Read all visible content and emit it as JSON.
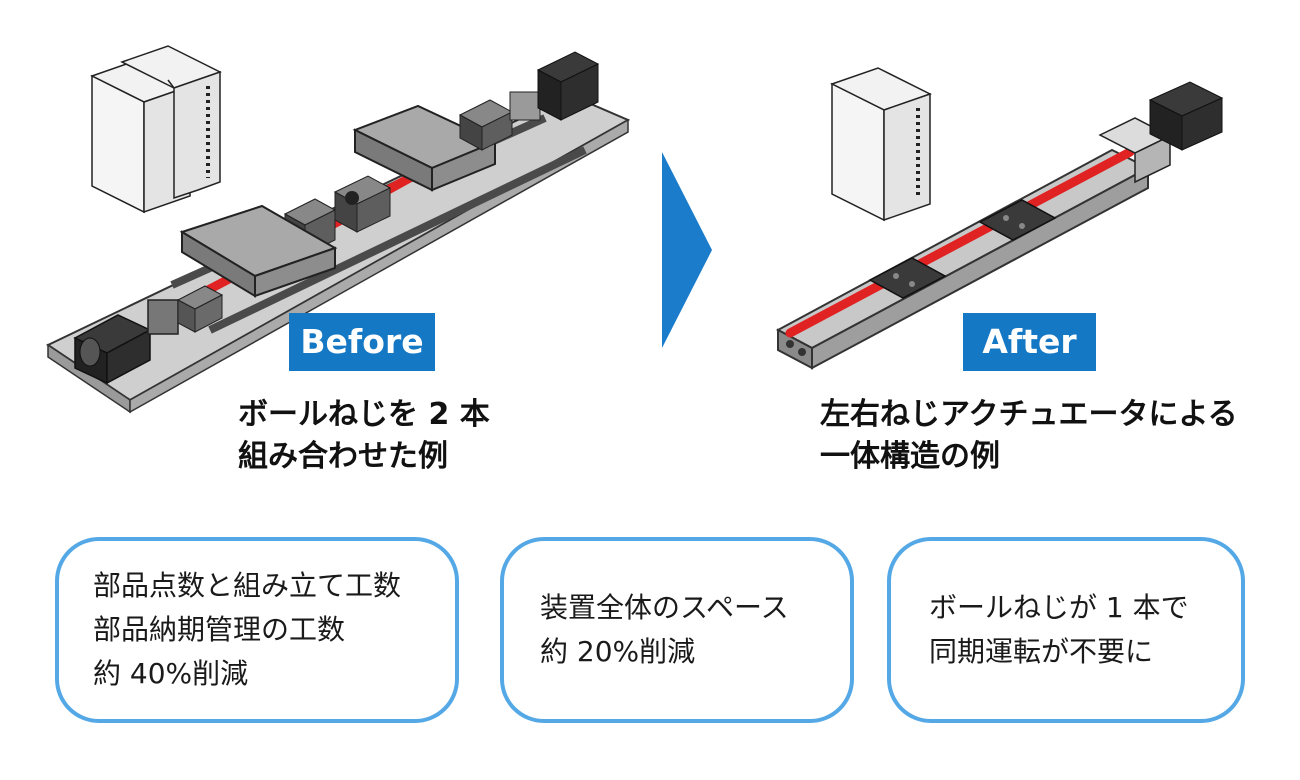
{
  "colors": {
    "badge": "#1578c4",
    "arrow": "#1a7ccb",
    "border": "#55a8e6",
    "screw": "#e02222",
    "frame": "#bdbdbd"
  },
  "before": {
    "badge": "Before",
    "caption_line1": "ボールねじを 2 本",
    "caption_line2": "組み合わせた例"
  },
  "after": {
    "badge": "After",
    "caption_line1": "左右ねじアクチュエータによる",
    "caption_line2": "一体構造の例"
  },
  "benefits": [
    {
      "line1": "部品点数と組み立て工数",
      "line2": "部品納期管理の工数",
      "line3": "約 40%削減"
    },
    {
      "line1": "装置全体のスペース",
      "line2": "約 20%削減"
    },
    {
      "line1": "ボールねじが 1 本で",
      "line2": "同期運転が不要に"
    }
  ]
}
